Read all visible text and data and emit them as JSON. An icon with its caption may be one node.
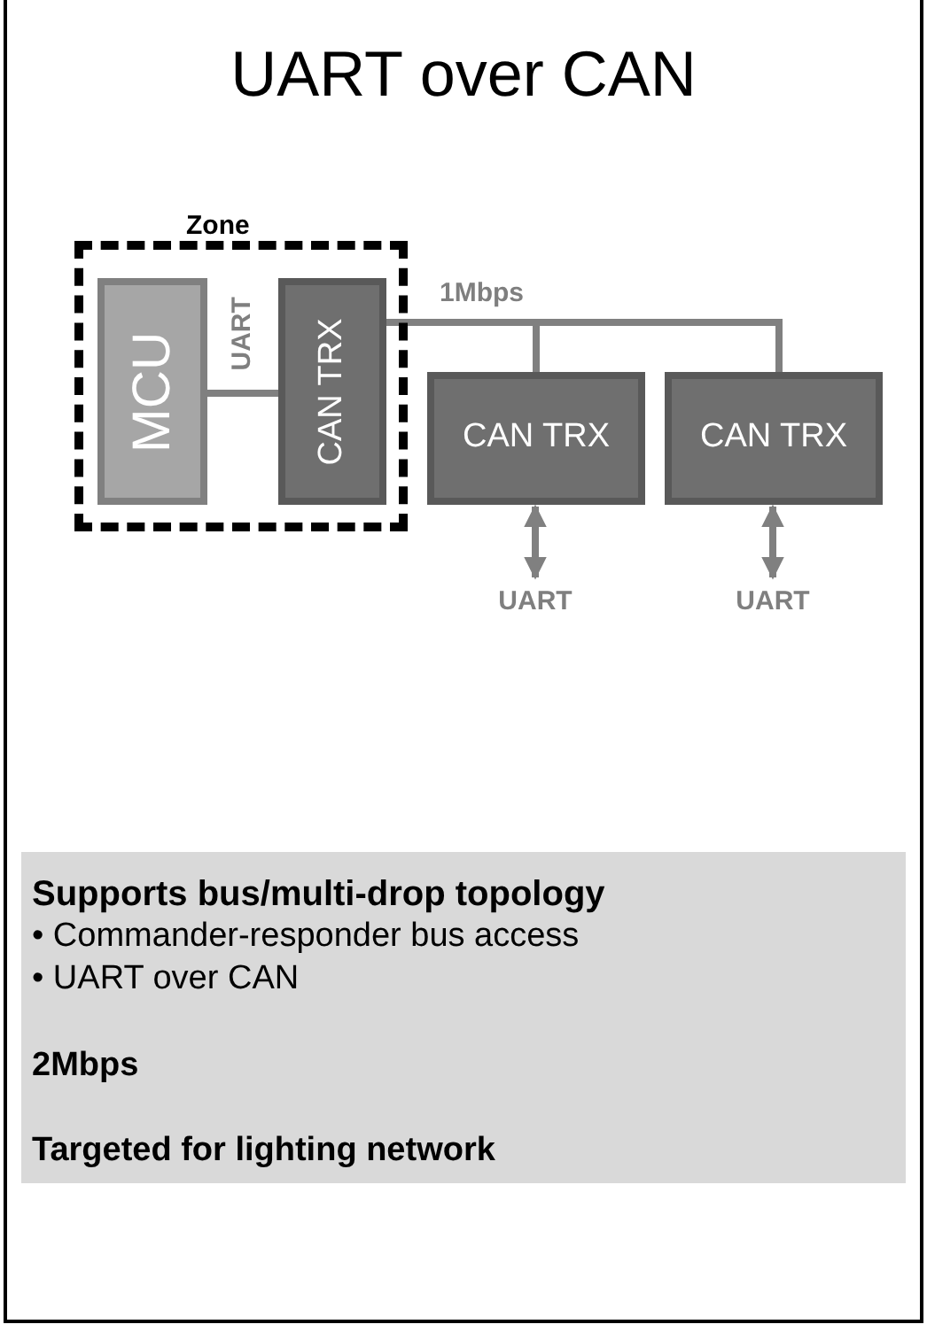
{
  "diagram": {
    "title": "UART over CAN",
    "nodes": [
      {
        "text": [
          "Zone"
        ]
      },
      {
        "text": [
          "MCU"
        ],
        "in": 0
      },
      {
        "text": [
          "CAN TRX"
        ],
        "in": 0
      },
      {
        "text": [
          "CAN TRX"
        ]
      },
      {
        "text": [
          "CAN TRX"
        ]
      },
      {
        "text": [
          "UART"
        ]
      },
      {
        "text": [
          "UART"
        ]
      },
      {
        "text": [
          "Supports bus/multi-drop topology",
          "• Commander-responder bus access",
          "• UART over CAN",
          "2Mbps",
          "Targeted for lighting network"
        ]
      }
    ],
    "edges": [
      {
        "from": 1,
        "to": 2,
        "arrow": "none",
        "label": "UART"
      },
      {
        "from": 2,
        "to": 3,
        "arrow": "none",
        "label": "1Mbps"
      },
      {
        "from": 2,
        "to": 4,
        "arrow": "none"
      },
      {
        "from": 3,
        "to": 5,
        "arrow": "both"
      },
      {
        "from": 4,
        "to": 6,
        "arrow": "both"
      }
    ]
  }
}
